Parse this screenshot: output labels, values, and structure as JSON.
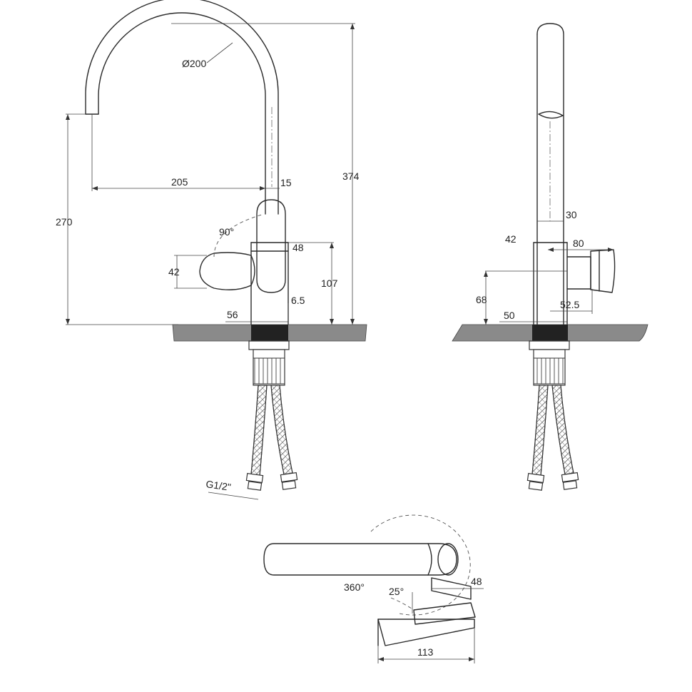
{
  "drawing": {
    "dimensions": {
      "arc_diameter": "Ø200",
      "spout_reach": "205",
      "spout_tip": "15",
      "overall_height": "374",
      "spout_height": "270",
      "lever_angle": "90°",
      "lever_collar": "48",
      "lever_height": "42",
      "body_height": "107",
      "gap": "6.5",
      "base_diameter": "56",
      "side_pipe": "30",
      "side_body": "42",
      "side_lever_reach": "80",
      "side_lever_height": "68",
      "side_lever_offset": "52.5",
      "side_base": "50",
      "thread": "G1/2\"",
      "rotation": "360°",
      "lever_rotation": "25°",
      "top_collar": "48",
      "top_lever_length": "113"
    }
  }
}
